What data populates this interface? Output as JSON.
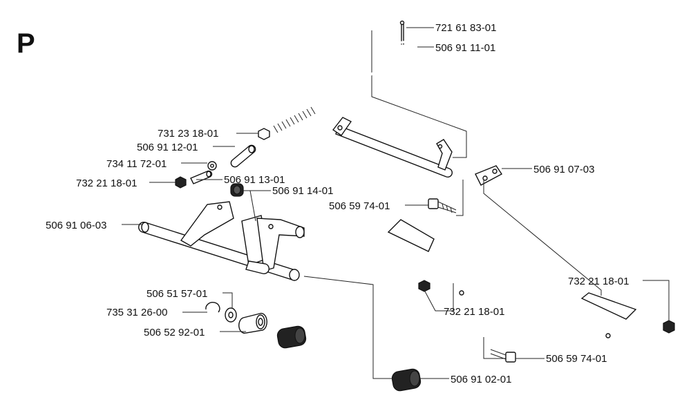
{
  "diagram": {
    "section_letter": "P",
    "parts": [
      {
        "id": "p1",
        "part_number": "721 61 83-01"
      },
      {
        "id": "p2",
        "part_number": "506 91 11-01"
      },
      {
        "id": "p3",
        "part_number": "731 23 18-01"
      },
      {
        "id": "p4",
        "part_number": "506 91 12-01"
      },
      {
        "id": "p5",
        "part_number": "734 11 72-01"
      },
      {
        "id": "p6",
        "part_number": "732 21 18-01"
      },
      {
        "id": "p7",
        "part_number": "506 91 13-01"
      },
      {
        "id": "p8",
        "part_number": "506 91 14-01"
      },
      {
        "id": "p9",
        "part_number": "506 91 07-03"
      },
      {
        "id": "p10",
        "part_number": "506 59 74-01"
      },
      {
        "id": "p11",
        "part_number": "506 91 06-03"
      },
      {
        "id": "p12",
        "part_number": "506 51 57-01"
      },
      {
        "id": "p13",
        "part_number": "735 31 26-00"
      },
      {
        "id": "p14",
        "part_number": "506 52 92-01"
      },
      {
        "id": "p15",
        "part_number": "732 21 18-01"
      },
      {
        "id": "p16",
        "part_number": "732 21 18-01"
      },
      {
        "id": "p17",
        "part_number": "506 59 74-01"
      },
      {
        "id": "p18",
        "part_number": "506 91 02-01"
      }
    ]
  }
}
